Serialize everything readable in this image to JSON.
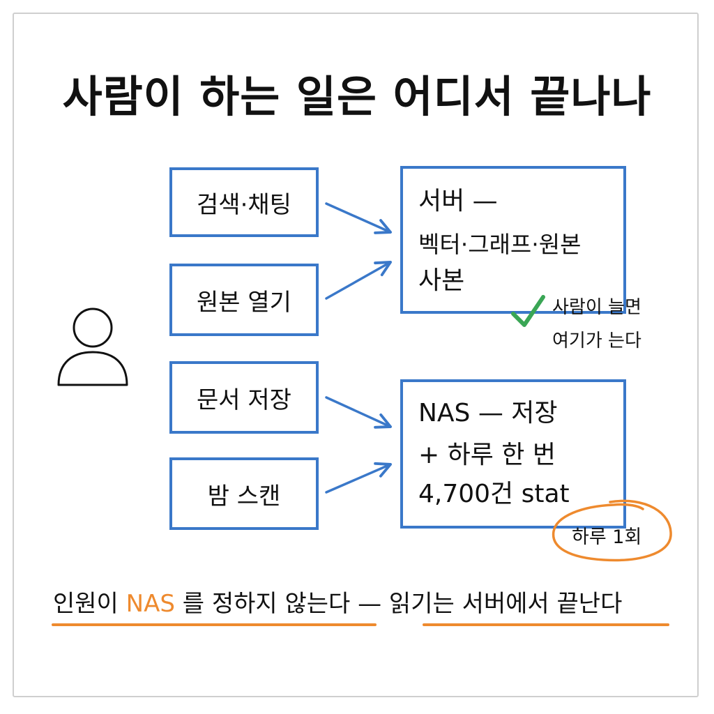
{
  "title": "사람이 하는 일은 어디서 끝나나",
  "inputs": [
    {
      "label": "검색·채팅"
    },
    {
      "label": "원본 열기"
    },
    {
      "label": "문서 저장"
    },
    {
      "label": "밤 스캔"
    }
  ],
  "server": {
    "lines": [
      "서버 —",
      "벡터·그래프·원본",
      "사본"
    ]
  },
  "server_note": {
    "lines": [
      "사람이 늘면",
      "여기가 는다"
    ]
  },
  "nas": {
    "lines": [
      "NAS — 저장",
      "+ 하루 한 번",
      "4,700건 stat"
    ]
  },
  "nas_badge": "하루 1회",
  "footer": {
    "part1": "인원이 ",
    "highlight": "NAS",
    "part2": " 를 정하지 않는다 — 읽기는 서버에서 끝난다"
  },
  "colors": {
    "box_border": "#3a78c9",
    "arrow": "#3a78c9",
    "check": "#3aa655",
    "accent": "#ee8a2e"
  },
  "icons": {
    "user": "person-outline-icon",
    "check": "check-icon"
  }
}
